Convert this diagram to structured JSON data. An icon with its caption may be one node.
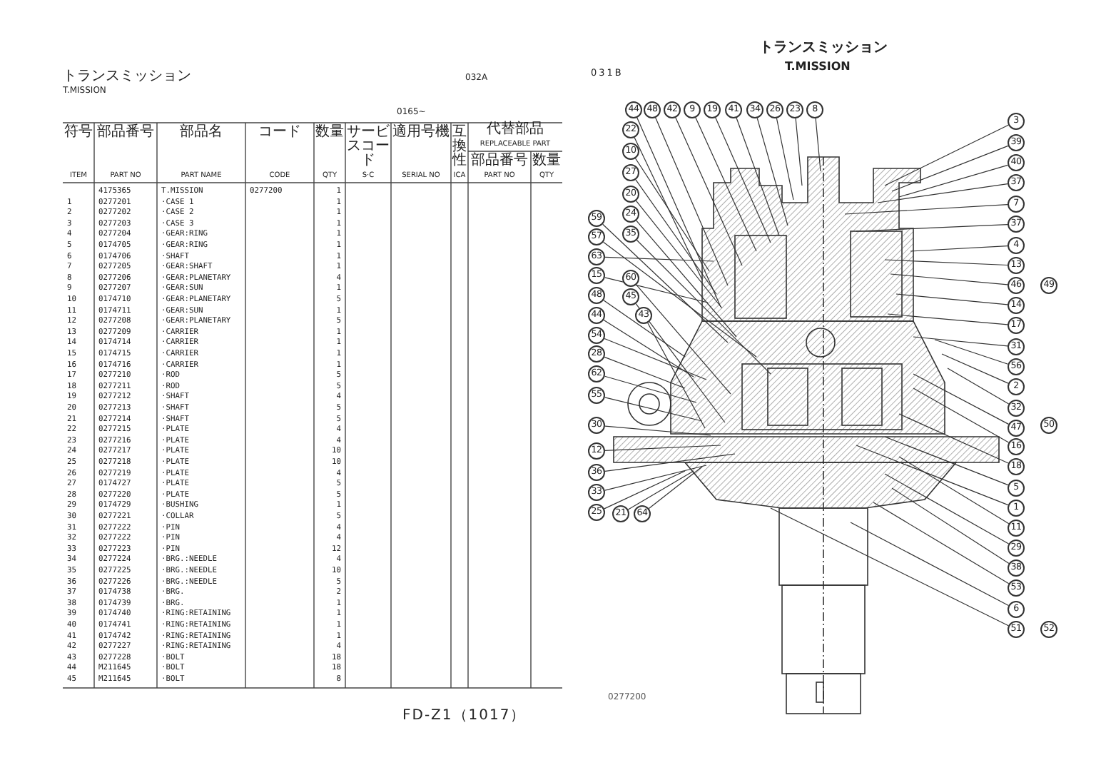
{
  "diagram": {
    "nodes": [
      {
        "text": [
          "44"
        ]
      },
      {
        "text": [
          "48"
        ]
      },
      {
        "text": [
          "42"
        ]
      },
      {
        "text": [
          "9"
        ]
      },
      {
        "text": [
          "19"
        ]
      },
      {
        "text": [
          "41"
        ]
      },
      {
        "text": [
          "34"
        ]
      },
      {
        "text": [
          "26"
        ]
      },
      {
        "text": [
          "23"
        ]
      },
      {
        "text": [
          "8"
        ]
      },
      {
        "text": [
          "22"
        ]
      },
      {
        "text": [
          "10"
        ]
      },
      {
        "text": [
          "27"
        ]
      },
      {
        "text": [
          "20"
        ]
      },
      {
        "text": [
          "24"
        ]
      },
      {
        "text": [
          "35"
        ]
      },
      {
        "text": [
          "60"
        ]
      },
      {
        "text": [
          "45"
        ]
      },
      {
        "text": [
          "43"
        ]
      },
      {
        "text": [
          "59"
        ]
      },
      {
        "text": [
          "57"
        ]
      },
      {
        "text": [
          "63"
        ]
      },
      {
        "text": [
          "15"
        ]
      },
      {
        "text": [
          "48"
        ]
      },
      {
        "text": [
          "44"
        ]
      },
      {
        "text": [
          "54"
        ]
      },
      {
        "text": [
          "28"
        ]
      },
      {
        "text": [
          "62"
        ]
      },
      {
        "text": [
          "55"
        ]
      },
      {
        "text": [
          "30"
        ]
      },
      {
        "text": [
          "12"
        ]
      },
      {
        "text": [
          "36"
        ]
      },
      {
        "text": [
          "33"
        ]
      },
      {
        "text": [
          "25"
        ]
      },
      {
        "text": [
          "21"
        ]
      },
      {
        "text": [
          "64"
        ]
      },
      {
        "text": [
          "3"
        ]
      },
      {
        "text": [
          "39"
        ]
      },
      {
        "text": [
          "40"
        ]
      },
      {
        "text": [
          "37"
        ]
      },
      {
        "text": [
          "7"
        ]
      },
      {
        "text": [
          "37"
        ]
      },
      {
        "text": [
          "4"
        ]
      },
      {
        "text": [
          "13"
        ]
      },
      {
        "text": [
          "46"
        ]
      },
      {
        "text": [
          "49"
        ]
      },
      {
        "text": [
          "14"
        ]
      },
      {
        "text": [
          "17"
        ]
      },
      {
        "text": [
          "31"
        ]
      },
      {
        "text": [
          "56"
        ]
      },
      {
        "text": [
          "2"
        ]
      },
      {
        "text": [
          "32"
        ]
      },
      {
        "text": [
          "47"
        ]
      },
      {
        "text": [
          "50"
        ]
      },
      {
        "text": [
          "16"
        ]
      },
      {
        "text": [
          "18"
        ]
      },
      {
        "text": [
          "5"
        ]
      },
      {
        "text": [
          "1"
        ]
      },
      {
        "text": [
          "11"
        ]
      },
      {
        "text": [
          "29"
        ]
      },
      {
        "text": [
          "38"
        ]
      },
      {
        "text": [
          "53"
        ]
      },
      {
        "text": [
          "6"
        ]
      },
      {
        "text": [
          "51"
        ]
      },
      {
        "text": [
          "52"
        ]
      }
    ],
    "edges": [
      {
        "from": 0,
        "to": null,
        "arrow": "none"
      },
      {
        "from": 1,
        "to": null,
        "arrow": "none"
      },
      {
        "from": 2,
        "to": null,
        "arrow": "none"
      },
      {
        "from": 3,
        "to": null,
        "arrow": "none"
      },
      {
        "from": 4,
        "to": null,
        "arrow": "none"
      },
      {
        "from": 5,
        "to": null,
        "arrow": "none"
      },
      {
        "from": 6,
        "to": null,
        "arrow": "none"
      },
      {
        "from": 7,
        "to": null,
        "arrow": "none"
      },
      {
        "from": 8,
        "to": null,
        "arrow": "none"
      },
      {
        "from": 9,
        "to": null,
        "arrow": "none"
      },
      {
        "from": 10,
        "to": null,
        "arrow": "none"
      },
      {
        "from": 11,
        "to": null,
        "arrow": "none"
      },
      {
        "from": 12,
        "to": null,
        "arrow": "none"
      },
      {
        "from": 13,
        "to": null,
        "arrow": "none"
      },
      {
        "from": 14,
        "to": null,
        "arrow": "none"
      },
      {
        "from": 15,
        "to": null,
        "arrow": "none"
      },
      {
        "from": 16,
        "to": null,
        "arrow": "none"
      },
      {
        "from": 17,
        "to": null,
        "arrow": "none"
      },
      {
        "from": 18,
        "to": null,
        "arrow": "none"
      },
      {
        "from": 19,
        "to": null,
        "arrow": "none"
      },
      {
        "from": 20,
        "to": null,
        "arrow": "none"
      },
      {
        "from": 21,
        "to": null,
        "arrow": "none"
      },
      {
        "from": 22,
        "to": null,
        "arrow": "none"
      },
      {
        "from": 23,
        "to": null,
        "arrow": "none"
      },
      {
        "from": 24,
        "to": null,
        "arrow": "none"
      },
      {
        "from": 25,
        "to": null,
        "arrow": "none"
      },
      {
        "from": 26,
        "to": null,
        "arrow": "none"
      },
      {
        "from": 27,
        "to": null,
        "arrow": "none"
      },
      {
        "from": 28,
        "to": null,
        "arrow": "none"
      },
      {
        "from": 29,
        "to": null,
        "arrow": "none"
      },
      {
        "from": 30,
        "to": null,
        "arrow": "none"
      },
      {
        "from": 31,
        "to": null,
        "arrow": "none"
      },
      {
        "from": 32,
        "to": null,
        "arrow": "none"
      },
      {
        "from": 33,
        "to": null,
        "arrow": "none"
      },
      {
        "from": 34,
        "to": null,
        "arrow": "none"
      },
      {
        "from": 35,
        "to": null,
        "arrow": "none"
      },
      {
        "from": 36,
        "to": null,
        "arrow": "none"
      },
      {
        "from": 37,
        "to": null,
        "arrow": "none"
      },
      {
        "from": 38,
        "to": null,
        "arrow": "none"
      },
      {
        "from": 39,
        "to": null,
        "arrow": "none"
      },
      {
        "from": 40,
        "to": null,
        "arrow": "none"
      },
      {
        "from": 41,
        "to": null,
        "arrow": "none"
      },
      {
        "from": 42,
        "to": null,
        "arrow": "none"
      },
      {
        "from": 43,
        "to": null,
        "arrow": "none"
      },
      {
        "from": 44,
        "to": null,
        "arrow": "none"
      },
      {
        "from": 46,
        "to": null,
        "arrow": "none"
      },
      {
        "from": 47,
        "to": null,
        "arrow": "none"
      },
      {
        "from": 48,
        "to": null,
        "arrow": "none"
      },
      {
        "from": 49,
        "to": null,
        "arrow": "none"
      },
      {
        "from": 50,
        "to": null,
        "arrow": "none"
      },
      {
        "from": 51,
        "to": null,
        "arrow": "none"
      },
      {
        "from": 52,
        "to": null,
        "arrow": "none"
      },
      {
        "from": 54,
        "to": null,
        "arrow": "none"
      },
      {
        "from": 55,
        "to": null,
        "arrow": "none"
      },
      {
        "from": 56,
        "to": null,
        "arrow": "none"
      },
      {
        "from": 57,
        "to": null,
        "arrow": "none"
      },
      {
        "from": 58,
        "to": null,
        "arrow": "none"
      },
      {
        "from": 59,
        "to": null,
        "arrow": "none"
      },
      {
        "from": 60,
        "to": null,
        "arrow": "none"
      },
      {
        "from": 61,
        "to": null,
        "arrow": "none"
      },
      {
        "from": 62,
        "to": null,
        "arrow": "none"
      },
      {
        "from": 63,
        "to": null,
        "arrow": "none"
      }
    ],
    "labels": [
      "トランスミッション",
      "T.MISSION",
      "032A",
      "031B",
      "トランスミッション",
      "T.MISSION",
      "0165~",
      "符号",
      "ITEM",
      "部品番号",
      "PART NO",
      "部品名",
      "PART NAME",
      "コード",
      "CODE",
      "数量",
      "QTY",
      "サービスコード",
      "S·C",
      "適用号機",
      "SERIAL NO",
      "互換性",
      "ICA",
      "代替部品",
      "REPLACEABLE PART",
      "部品番号",
      "PART NO",
      "数量",
      "QTY",
      "4175365",
      "T.MISSION",
      "0277200",
      "1",
      "1",
      "0277201",
      "·CASE 1",
      "1",
      "2",
      "0277202",
      "·CASE 2",
      "1",
      "3",
      "0277203",
      "·CASE 3",
      "1",
      "4",
      "0277204",
      "·GEAR:RING",
      "1",
      "5",
      "0174705",
      "·GEAR:RING",
      "1",
      "6",
      "0174706",
      "·SHAFT",
      "1",
      "7",
      "0277205",
      "·GEAR:SHAFT",
      "1",
      "8",
      "0277206",
      "·GEAR:PLANETARY",
      "4",
      "9",
      "0277207",
      "·GEAR:SUN",
      "1",
      "10",
      "0174710",
      "·GEAR:PLANETARY",
      "5",
      "11",
      "0174711",
      "·GEAR:SUN",
      "1",
      "12",
      "0277208",
      "·GEAR:PLANETARY",
      "5",
      "13",
      "0277209",
      "·CARRIER",
      "1",
      "14",
      "0174714",
      "·CARRIER",
      "1",
      "15",
      "0174715",
      "·CARRIER",
      "1",
      "16",
      "0174716",
      "·CARRIER",
      "1",
      "17",
      "0277210",
      "·ROD",
      "5",
      "18",
      "0277211",
      "·ROD",
      "5",
      "19",
      "0277212",
      "·SHAFT",
      "4",
      "20",
      "0277213",
      "·SHAFT",
      "5",
      "21",
      "0277214",
      "·SHAFT",
      "5",
      "22",
      "0277215",
      "·PLATE",
      "4",
      "23",
      "0277216",
      "·PLATE",
      "4",
      "24",
      "0277217",
      "·PLATE",
      "10",
      "25",
      "0277218",
      "·PLATE",
      "10",
      "26",
      "0277219",
      "·PLATE",
      "4",
      "27",
      "0174727",
      "·PLATE",
      "5",
      "28",
      "0277220",
      "·PLATE",
      "5",
      "29",
      "0174729",
      "·BUSHING",
      "1",
      "30",
      "0277221",
      "·COLLAR",
      "5",
      "31",
      "0277222",
      "·PIN",
      "4",
      "32",
      "0277222",
      "·PIN",
      "4",
      "33",
      "0277223",
      "·PIN",
      "12",
      "34",
      "0277224",
      "·BRG.:NEEDLE",
      "4",
      "35",
      "0277225",
      "·BRG.:NEEDLE",
      "10",
      "36",
      "0277226",
      "·BRG.:NEEDLE",
      "5",
      "37",
      "0174738",
      "·BRG.",
      "2",
      "38",
      "0174739",
      "·BRG.",
      "1",
      "39",
      "0174740",
      "·RING:RETAINING",
      "1",
      "40",
      "0174741",
      "·RING:RETAINING",
      "1",
      "41",
      "0174742",
      "·RING:RETAINING",
      "1",
      "42",
      "0277227",
      "·RING:RETAINING",
      "4",
      "43",
      "0277228",
      "·BOLT",
      "18",
      "44",
      "M211645",
      "·BOLT",
      "18",
      "45",
      "M211645",
      "·BOLT",
      "8",
      "0277200",
      "FD-Z1（1017）"
    ]
  }
}
